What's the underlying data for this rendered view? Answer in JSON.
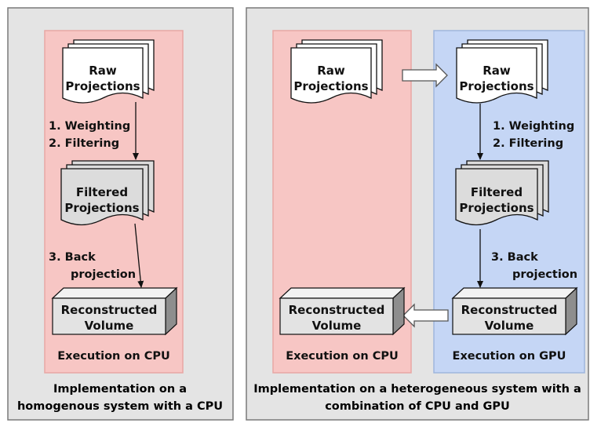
{
  "colors": {
    "panel_fill": "#e4e4e4",
    "panel_stroke": "#7a7a7a",
    "cpu_fill": "#f7c6c4",
    "cpu_stroke": "#e8a7a4",
    "gpu_fill": "#c5d6f5",
    "gpu_stroke": "#9eb6dd",
    "document_fill": "#ffffff",
    "filtered_document_fill": "#dcdcdc",
    "volume_front": "#e3e3e3"
  },
  "left_panel": {
    "raw_line1": "Raw",
    "raw_line2": "Projections",
    "steps_1": "1.  Weighting",
    "steps_2": "2.  Filtering",
    "filtered_line1": "Filtered",
    "filtered_line2": "Projections",
    "backproj_line1": "3.  Back",
    "backproj_line2": "projection",
    "volume_line1": "Reconstructed",
    "volume_line2": "Volume",
    "cpu_label": "Execution on CPU",
    "caption_line1": "Implementation on a",
    "caption_line2": "homogenous system with a CPU"
  },
  "right_panel": {
    "cpu_raw_line1": "Raw",
    "cpu_raw_line2": "Projections",
    "cpu_volume_line1": "Reconstructed",
    "cpu_volume_line2": "Volume",
    "cpu_label": "Execution on CPU",
    "gpu_raw_line1": "Raw",
    "gpu_raw_line2": "Projections",
    "steps_1": "1.  Weighting",
    "steps_2": "2.  Filtering",
    "filtered_line1": "Filtered",
    "filtered_line2": "Projections",
    "backproj_line1": "3.  Back",
    "backproj_line2": "projection",
    "gpu_volume_line1": "Reconstructed",
    "gpu_volume_line2": "Volume",
    "gpu_label": "Execution on GPU",
    "caption_line1": "Implementation on a heterogeneous system with a",
    "caption_line2": "combination of CPU and GPU"
  }
}
